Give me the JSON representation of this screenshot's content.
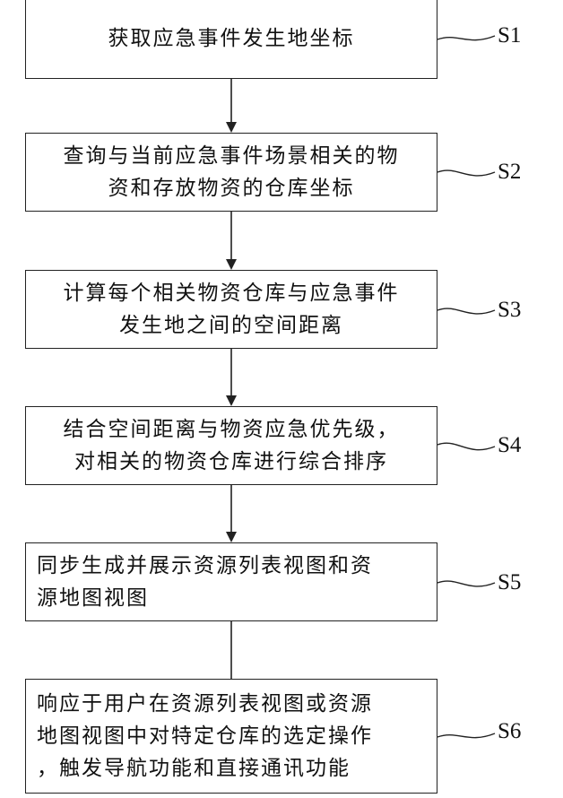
{
  "steps": [
    {
      "id": "S1",
      "lines": [
        "获取应急事件发生地坐标"
      ]
    },
    {
      "id": "S2",
      "lines": [
        "查询与当前应急事件场景相关的物",
        "资和存放物资的仓库坐标"
      ]
    },
    {
      "id": "S3",
      "lines": [
        "计算每个相关物资仓库与应急事件",
        "发生地之间的空间距离"
      ]
    },
    {
      "id": "S4",
      "lines": [
        "结合空间距离与物资应急优先级，",
        "对相关的物资仓库进行综合排序"
      ]
    },
    {
      "id": "S5",
      "lines": [
        "同步生成并展示资源列表视图和资",
        "源地图视图"
      ]
    },
    {
      "id": "S6",
      "lines": [
        "响应于用户在资源列表视图或资源",
        "地图视图中对特定仓库的选定操作",
        "，触发导航功能和直接通讯功能"
      ]
    }
  ]
}
